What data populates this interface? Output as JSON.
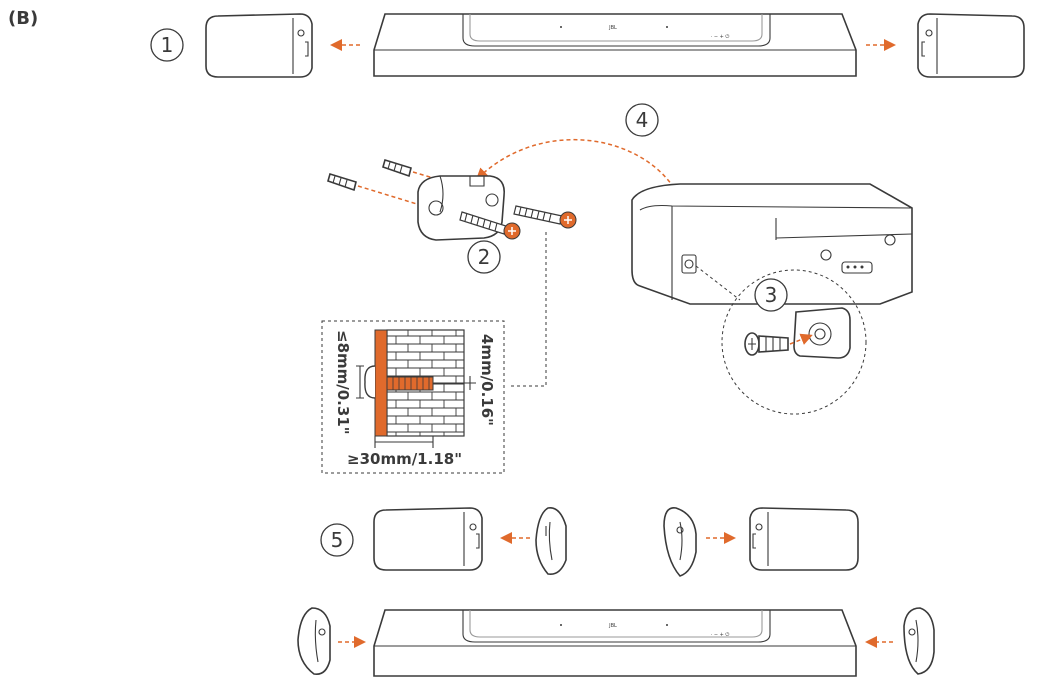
{
  "figure_label": "(B)",
  "steps": [
    "1",
    "2",
    "3",
    "4",
    "5"
  ],
  "soundbar_brand": "JBL",
  "soundbar_controls": "· − + ⏻",
  "dimensions": {
    "wall_thickness": "≤8mm/0.31\"",
    "screw_protrusion": "4mm/0.16\"",
    "screw_depth": "≥30mm/1.18\""
  },
  "colors": {
    "accent": "#e06a2c",
    "line": "#3a3a3a"
  }
}
